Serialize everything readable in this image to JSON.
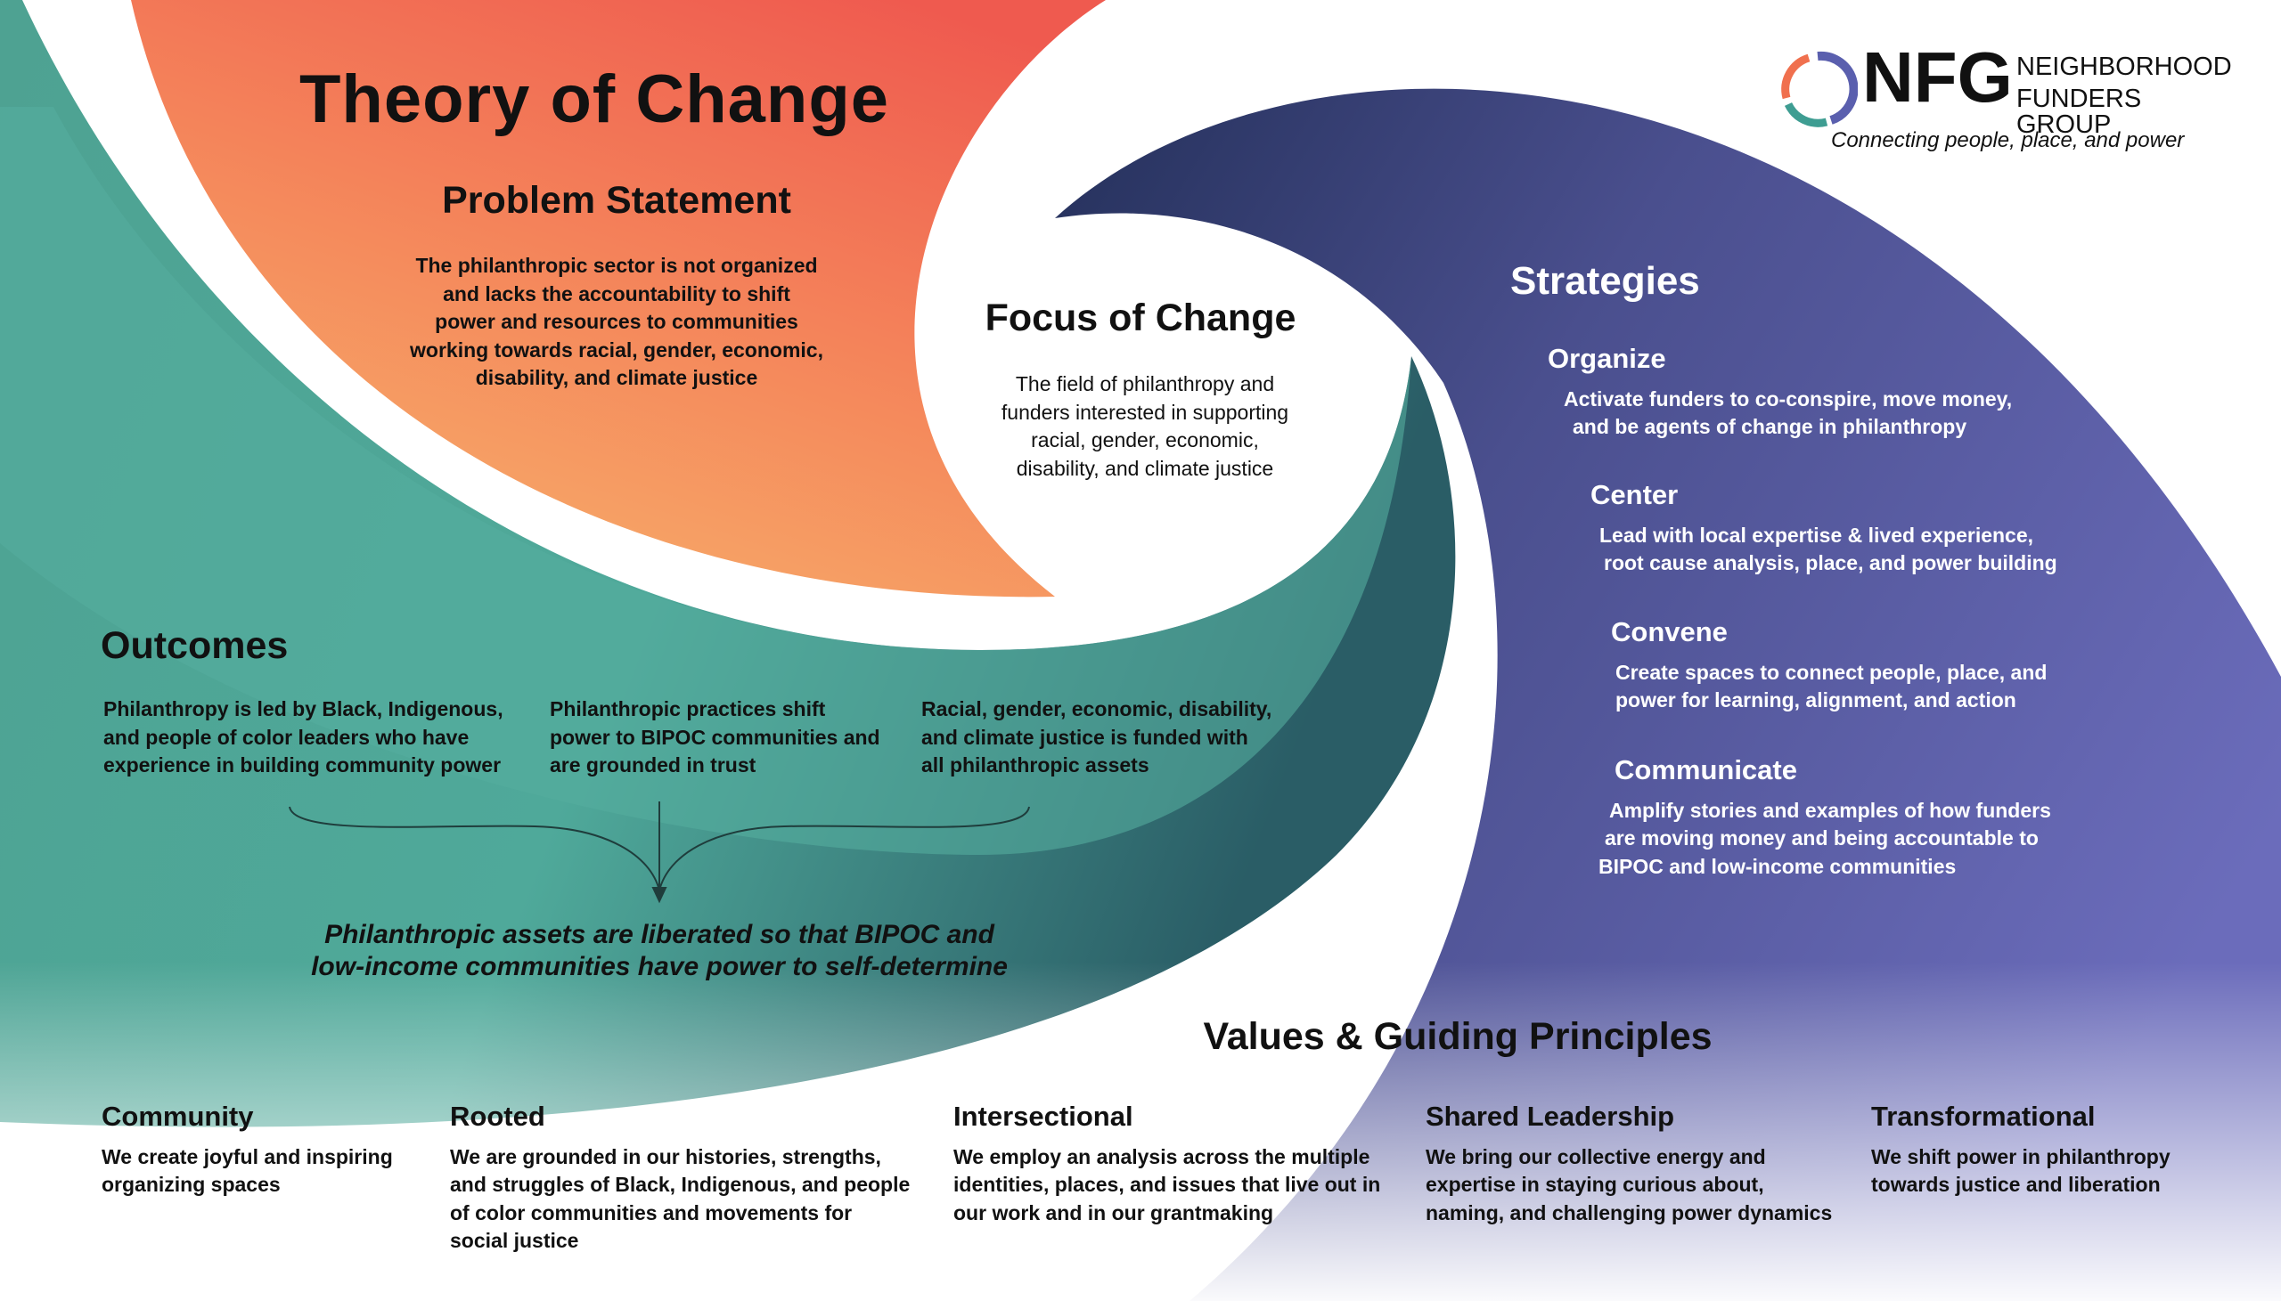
{
  "title": "Theory of Change",
  "logo": {
    "mark": "NFG",
    "line1": "NEIGHBORHOOD",
    "line2": "FUNDERS GROUP",
    "tagline": "Connecting people, place, and power"
  },
  "problem": {
    "heading": "Problem Statement",
    "lines": [
      "The philanthropic sector is not organized",
      "and lacks the accountability to shift",
      "power and resources to communities",
      "working towards racial, gender, economic,",
      "disability, and climate justice"
    ]
  },
  "focus": {
    "heading": "Focus of Change",
    "lines": [
      "The field of philanthropy and",
      "funders interested in supporting",
      "racial, gender, economic,",
      "disability, and climate justice"
    ]
  },
  "strategies": {
    "heading": "Strategies",
    "items": [
      {
        "name": "Organize",
        "lines": [
          "Activate funders to co-conspire, move money,",
          "and be agents of change in philanthropy"
        ]
      },
      {
        "name": "Center",
        "lines": [
          "Lead with local expertise & lived experience,",
          "root cause analysis, place, and power building"
        ]
      },
      {
        "name": "Convene",
        "lines": [
          "Create spaces to connect people, place, and",
          "power for learning, alignment, and action"
        ]
      },
      {
        "name": "Communicate",
        "lines": [
          "Amplify stories and examples of how funders",
          "are moving money and being accountable to",
          "BIPOC and low-income communities"
        ]
      }
    ]
  },
  "outcomes": {
    "heading": "Outcomes",
    "items": [
      {
        "lines": [
          "Philanthropy is led by Black, Indigenous,",
          "and people of color leaders who have",
          "experience in building community power"
        ]
      },
      {
        "lines": [
          "Philanthropic practices shift",
          "power to BIPOC communities and",
          "are grounded in trust"
        ]
      },
      {
        "lines": [
          "Racial, gender, economic, disability,",
          "and climate justice is funded with",
          "all philanthropic assets"
        ]
      }
    ],
    "result": [
      "Philanthropic assets are liberated so that BIPOC and",
      "low-income communities have power to self-determine"
    ]
  },
  "values": {
    "heading": "Values & Guiding Principles",
    "items": [
      {
        "name": "Community",
        "lines": [
          "We create joyful and inspiring",
          "organizing spaces"
        ]
      },
      {
        "name": "Rooted",
        "lines": [
          "We are grounded in our histories, strengths,",
          "and struggles of Black, Indigenous, and people",
          "of color communities and movements for",
          "social justice"
        ]
      },
      {
        "name": "Intersectional",
        "lines": [
          "We employ an analysis across the multiple",
          "identities, places, and issues that live out in",
          "our work and in our grantmaking"
        ]
      },
      {
        "name": "Shared Leadership",
        "lines": [
          "We bring our collective energy and",
          "expertise in staying curious about,",
          "naming, and challenging power dynamics"
        ]
      },
      {
        "name": "Transformational",
        "lines": [
          "We shift power in philanthropy",
          "towards justice and liberation"
        ]
      }
    ]
  },
  "colors": {
    "orange": "#f0604e",
    "teal": "#52ab9b",
    "navy": "#27305c",
    "purple": "#6a6ab8"
  }
}
